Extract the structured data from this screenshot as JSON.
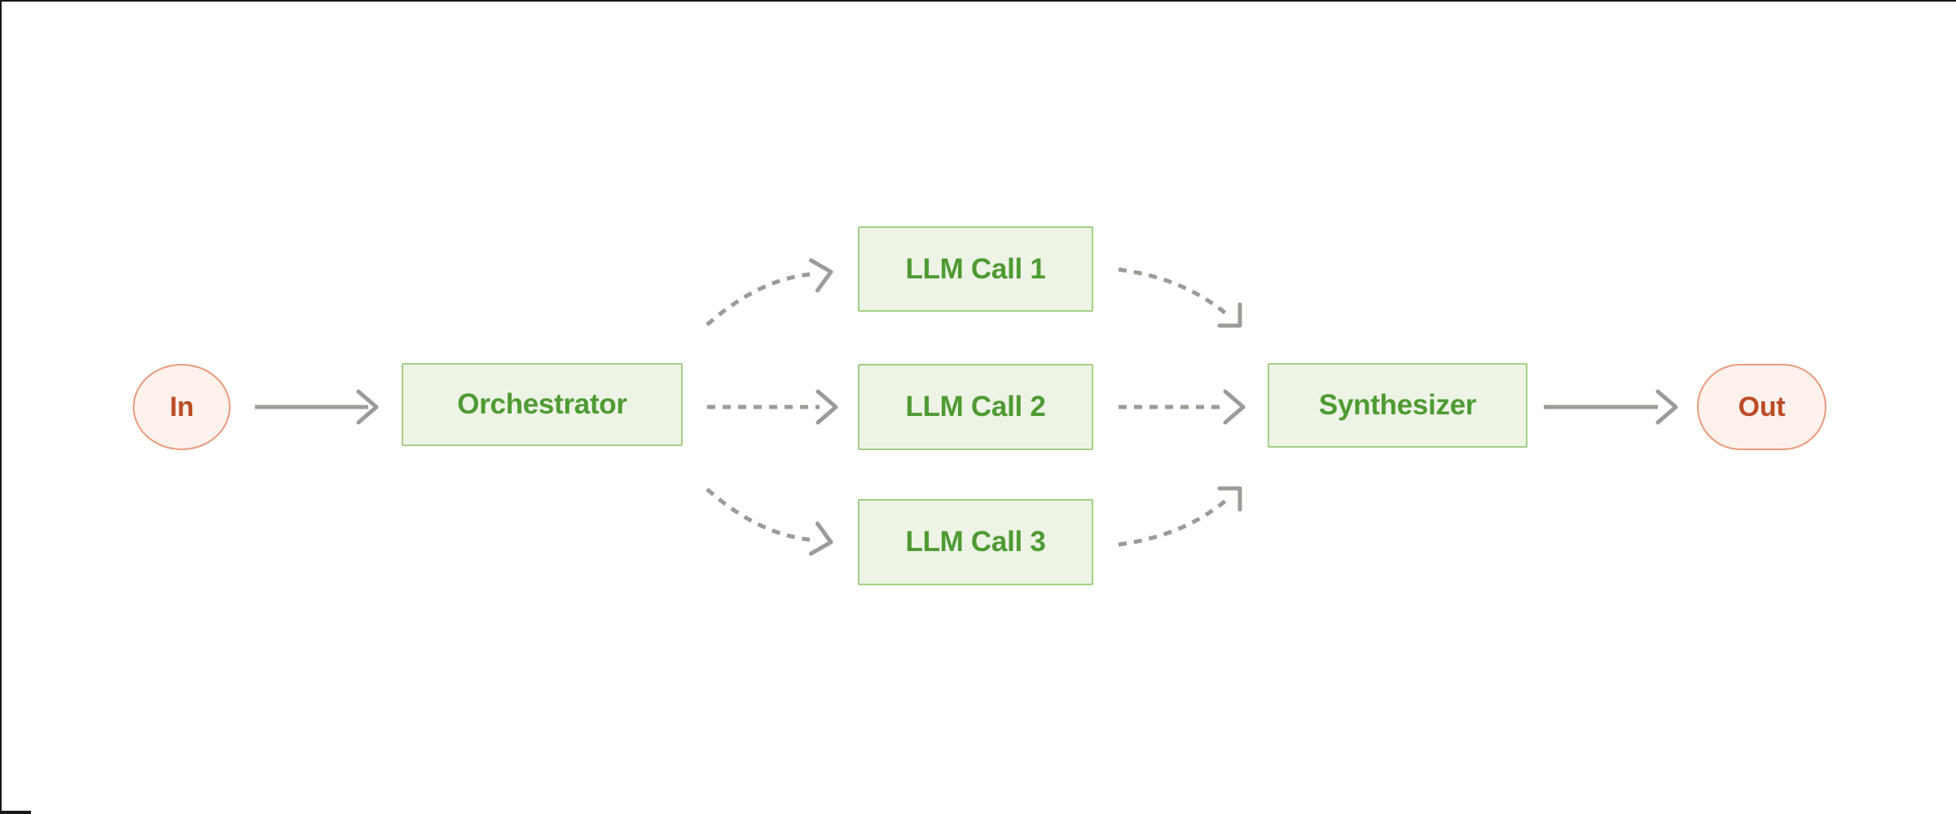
{
  "diagram": {
    "type": "flowchart"
  },
  "nodes": {
    "in": {
      "label": "In"
    },
    "orchestrator": {
      "label": "Orchestrator"
    },
    "llm_call_1": {
      "label": "LLM Call 1"
    },
    "llm_call_2": {
      "label": "LLM Call 2"
    },
    "llm_call_3": {
      "label": "LLM Call 3"
    },
    "synthesizer": {
      "label": "Synthesizer"
    },
    "out": {
      "label": "Out"
    }
  },
  "edges": [
    {
      "from": "In",
      "to": "Orchestrator",
      "style": "solid"
    },
    {
      "from": "Orchestrator",
      "to": "LLM Call 1",
      "style": "dashed-curved"
    },
    {
      "from": "Orchestrator",
      "to": "LLM Call 2",
      "style": "dashed-straight"
    },
    {
      "from": "Orchestrator",
      "to": "LLM Call 3",
      "style": "dashed-curved"
    },
    {
      "from": "LLM Call 1",
      "to": "Synthesizer",
      "style": "dashed-curved"
    },
    {
      "from": "LLM Call 2",
      "to": "Synthesizer",
      "style": "dashed-straight"
    },
    {
      "from": "LLM Call 3",
      "to": "Synthesizer",
      "style": "dashed-curved"
    },
    {
      "from": "Synthesizer",
      "to": "Out",
      "style": "solid"
    }
  ],
  "palette": {
    "node_green_fill": "#edf4e5",
    "node_green_border": "#a5ce85",
    "node_green_text": "#4f9a33",
    "terminal_fill": "#fdf1ec",
    "terminal_border": "#e99b7e",
    "terminal_text": "#bb4c26",
    "arrow_gray": "#9b9b97",
    "frame": "#191919"
  }
}
